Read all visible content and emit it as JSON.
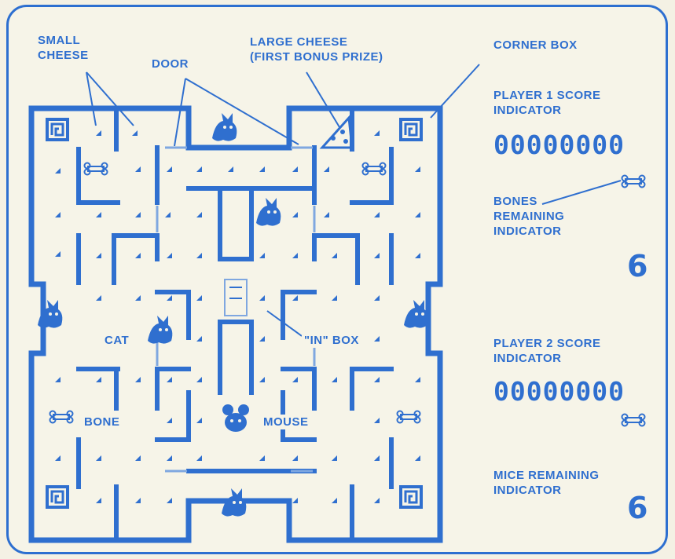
{
  "labels": {
    "small_cheese": "SMALL\nCHEESE",
    "door": "DOOR",
    "large_cheese": "LARGE CHEESE\n(FIRST BONUS PRIZE)",
    "corner_box": "CORNER BOX",
    "player1_score": "PLAYER 1 SCORE\nINDICATOR",
    "bones_remaining": "BONES\nREMAINING\nINDICATOR",
    "player2_score": "PLAYER 2 SCORE\nINDICATOR",
    "mice_remaining": "MICE REMAINING\nINDICATOR",
    "cat": "CAT",
    "in_box": "\"IN\" BOX",
    "bone": "BONE",
    "mouse": "MOUSE"
  },
  "player1": {
    "score": "00000000"
  },
  "player2": {
    "score": "00000000"
  },
  "bones_remaining": {
    "value": "6"
  },
  "mice_remaining": {
    "value": "6"
  },
  "icons": {
    "cat": "cat-icon",
    "mouse": "mouse-icon",
    "bone": "bone-icon",
    "cheese": "cheese-wedge-icon",
    "large_cheese": "large-cheese-icon",
    "corner": "corner-spiral-icon"
  },
  "colors": {
    "maze": "#2f6fcf",
    "background": "#f6f4e8"
  }
}
